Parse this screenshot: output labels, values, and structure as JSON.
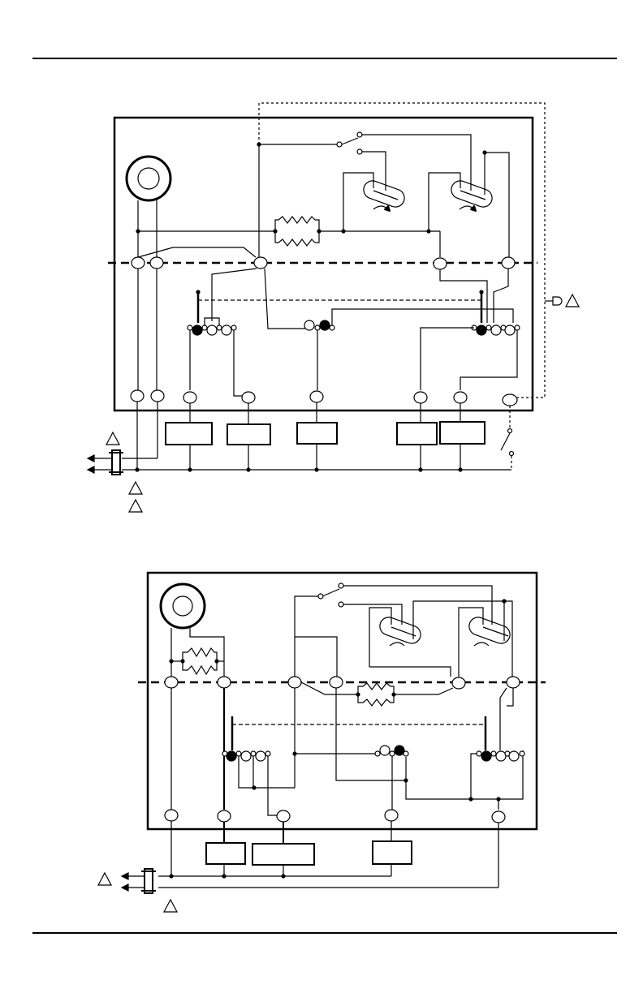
{
  "page": {
    "rule_color": "#000000",
    "background": "#ffffff"
  },
  "diagrams": [
    {
      "id": "wiring-diagram-upper",
      "note_triangles": [
        "",
        "",
        ""
      ]
    },
    {
      "id": "wiring-diagram-lower",
      "note_triangles": [
        "",
        ""
      ]
    }
  ],
  "symbols": {
    "ground": "ground-symbol",
    "arrows": "arrow-icon"
  }
}
